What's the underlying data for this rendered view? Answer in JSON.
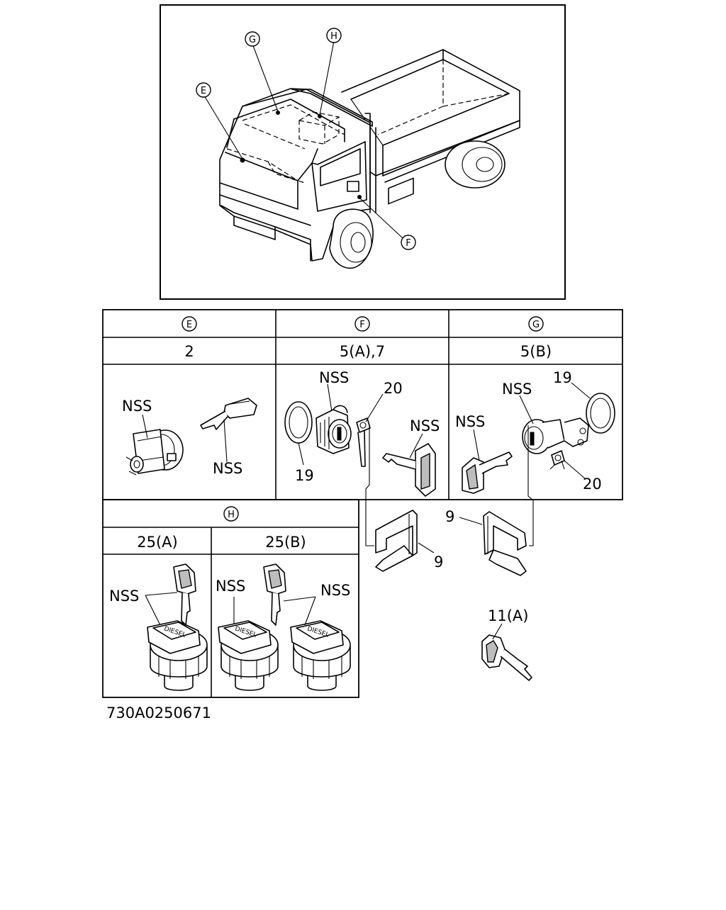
{
  "overview": {
    "callouts": {
      "g": "G",
      "h": "H",
      "e": "E",
      "f": "F"
    }
  },
  "table_top": {
    "headers": [
      "E",
      "F",
      "G"
    ],
    "part_numbers": [
      "2",
      "5(A),7",
      "5(B)"
    ]
  },
  "cell_e": {
    "labels": [
      "NSS",
      "NSS"
    ]
  },
  "cell_f": {
    "labels": [
      "NSS",
      "20",
      "NSS",
      "19"
    ]
  },
  "cell_g": {
    "labels": [
      "NSS",
      "19",
      "NSS",
      "20"
    ]
  },
  "table_h": {
    "header": "H",
    "columns": [
      "25(A)",
      "25(B)"
    ],
    "cap_text": "DIESEL"
  },
  "cell_h_a": {
    "labels": [
      "NSS"
    ]
  },
  "cell_h_b": {
    "labels": [
      "NSS",
      "NSS"
    ]
  },
  "loose_parts": {
    "brackets": [
      "9",
      "9"
    ],
    "key": "11(A)"
  },
  "figure_code": "730A0250671"
}
